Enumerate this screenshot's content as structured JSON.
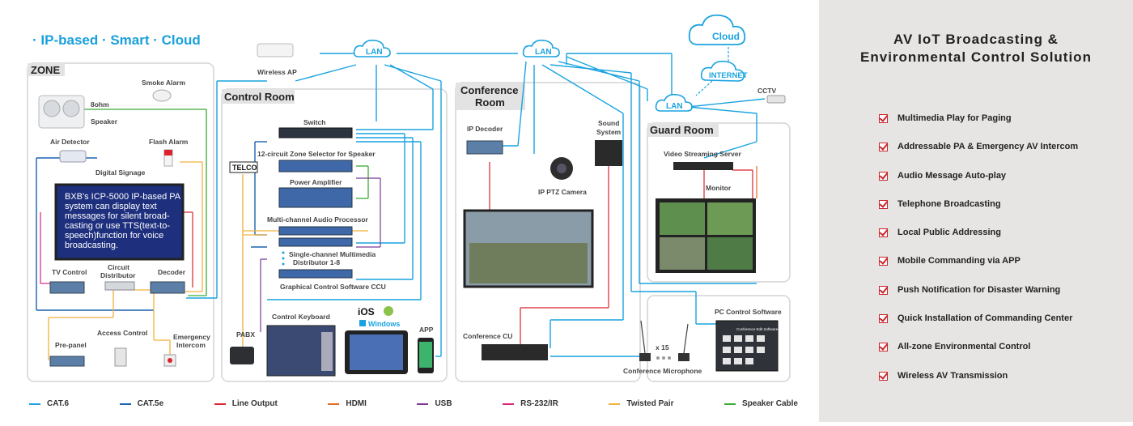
{
  "tagline": "· IP-based · Smart · Cloud",
  "zones": {
    "zone": "ZONE",
    "control_room": "Control Room",
    "conference_room_1": "Conference",
    "conference_room_2": "Room",
    "guard_room": "Guard Room"
  },
  "cloud": {
    "cloud": "Cloud",
    "internet": "INTERNET",
    "lan": "LAN"
  },
  "devices": {
    "wireless_ap": "Wireless AP",
    "smoke_alarm": "Smoke Alarm",
    "speaker_ohm": "8ohm",
    "speaker": "Speaker",
    "air_detector": "Air Detector",
    "flash_alarm": "Flash Alarm",
    "digital_signage": "Digital Signage",
    "signage_text": "BXB's ICP-5000 IP-based PA system can display text messages for silent broad-casting or use TTS(text-to-speech)function for voice broadcasting.",
    "tv_control": "TV Control",
    "circuit_distributor_1": "Circuit",
    "circuit_distributor_2": "Distributor",
    "decoder": "Decoder",
    "pre_panel": "Pre-panel",
    "access_control": "Access Control",
    "emergency_1": "Emergency",
    "emergency_2": "Intercom",
    "switch": "Switch",
    "zone_selector": "12-circuit Zone Selector for Speaker",
    "telco": "TELCO",
    "power_amplifier": "Power Amplifier",
    "audio_processor": "Multi-channel Audio Processor",
    "multimedia_dist_1": "Single-channel Multimedia",
    "multimedia_dist_2": "Distributor 1-8",
    "gcs_ccu": "Graphical Control Software CCU",
    "control_keyboard": "Control Keyboard",
    "pabx": "PABX",
    "ios": "iOS",
    "windows": "Windows",
    "app": "APP",
    "ip_decoder": "IP Decoder",
    "sound_system_1": "Sound",
    "sound_system_2": "System",
    "ptz_camera": "IP PTZ Camera",
    "conference_cu": "Conference CU",
    "x15": "x 15",
    "conference_mic": "Conference Microphone",
    "cctv": "CCTV",
    "video_server": "Video Streaming Server",
    "monitor": "Monitor",
    "pc_control": "PC Control Software",
    "pc_screen_title": "Conference Edit Software"
  },
  "panel": {
    "title_line1": "AV IoT Broadcasting &",
    "title_line2": "Environmental Control Solution",
    "features": [
      "Multimedia Play for Paging",
      "Addressable PA & Emergency AV Intercom",
      "Audio Message Auto-play",
      "Telephone Broadcasting",
      "Local Public Addressing",
      "Mobile Commanding via APP",
      "Push Notification for Disaster Warning",
      "Quick Installation of Commanding Center",
      "All-zone Environmental Control",
      "Wireless AV Transmission"
    ]
  },
  "legend": [
    {
      "label": "CAT.6",
      "color": "#1aa3e0"
    },
    {
      "label": "CAT.5e",
      "color": "#1b62b0"
    },
    {
      "label": "Line Output",
      "color": "#d9232d"
    },
    {
      "label": "HDMI",
      "color": "#e36a24"
    },
    {
      "label": "USB",
      "color": "#7a3a93"
    },
    {
      "label": "RS-232/IR",
      "color": "#d6267a"
    },
    {
      "label": "Twisted Pair",
      "color": "#f2b13c"
    },
    {
      "label": "Speaker Cable",
      "color": "#3aaa35"
    }
  ]
}
